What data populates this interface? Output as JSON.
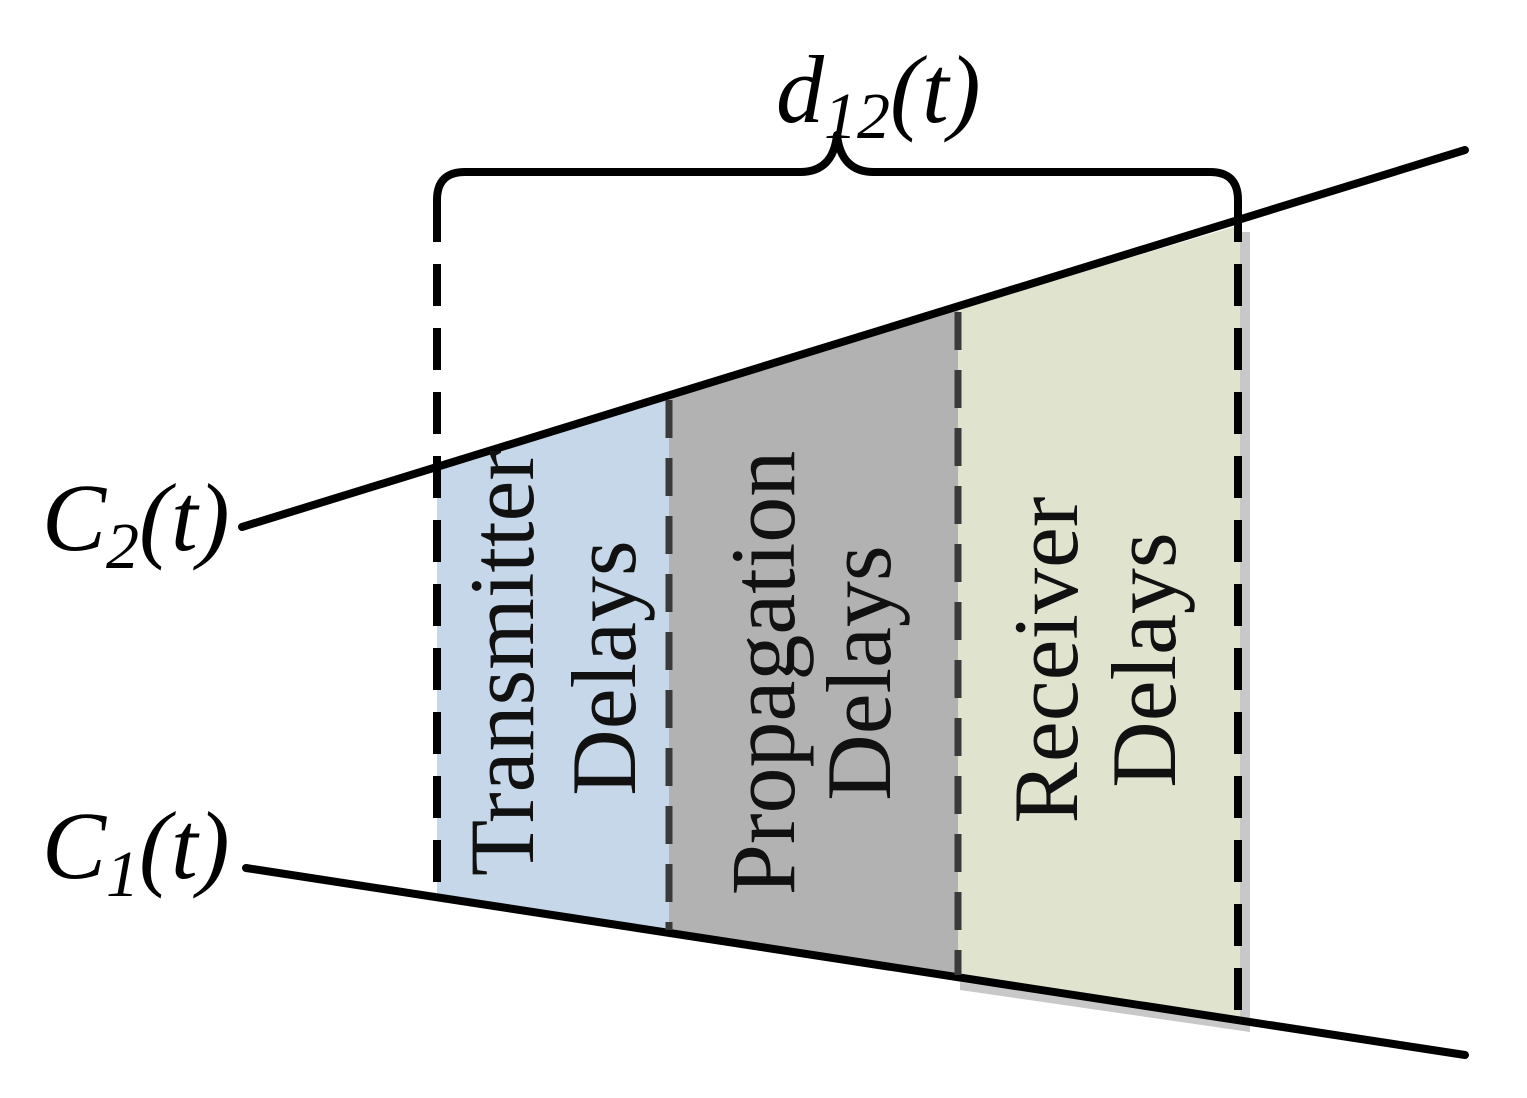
{
  "interval": {
    "label": {
      "base": "d",
      "subscript": "12",
      "argument": "(t)"
    }
  },
  "clocks": [
    {
      "id": "c2",
      "label": {
        "base": "C",
        "subscript": "2",
        "argument": "(t)"
      }
    },
    {
      "id": "c1",
      "label": {
        "base": "C",
        "subscript": "1",
        "argument": "(t)"
      }
    }
  ],
  "segments": [
    {
      "id": "transmitter",
      "line1": "Transmitter",
      "line2": "Delays",
      "color": "#c5d7e8"
    },
    {
      "id": "propagation",
      "line1": "Propagation",
      "line2": "Delays",
      "color": "#b2b2b2"
    },
    {
      "id": "receiver",
      "line1": "Receiver",
      "line2": "Delays",
      "color": "#e0e4cf"
    }
  ],
  "colors": {
    "line": "#000000",
    "divider": "#3a3a3a",
    "shadow": "#c8c8c8"
  }
}
